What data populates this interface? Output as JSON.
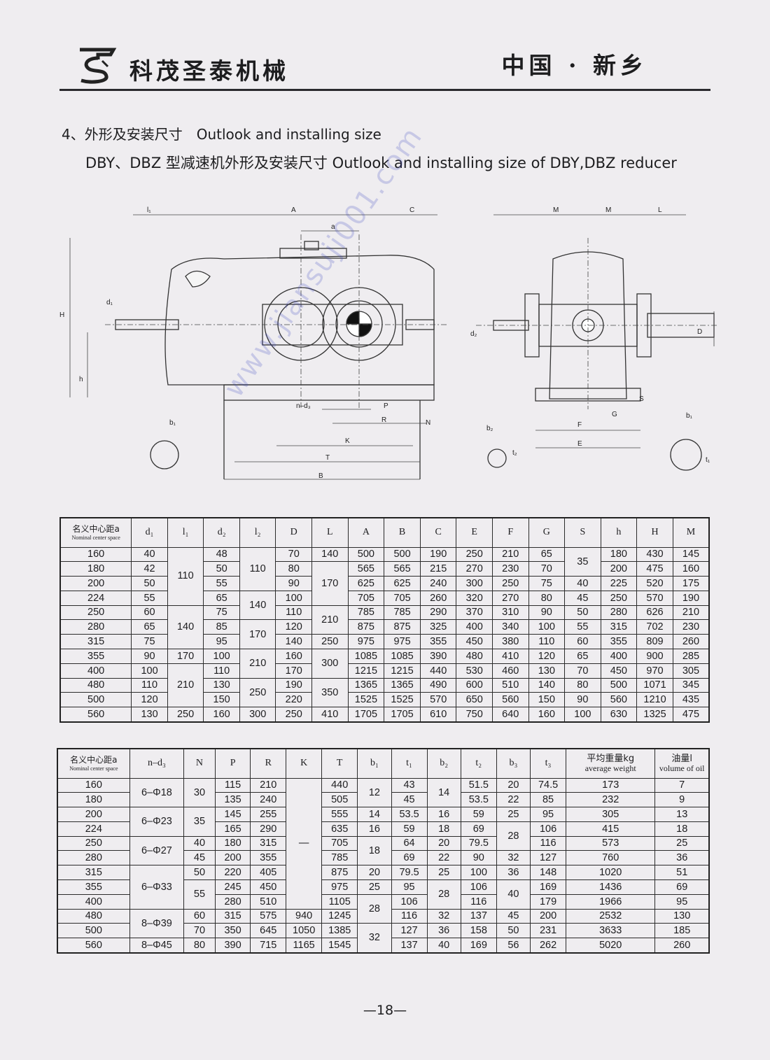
{
  "header": {
    "company": "科茂圣泰机械",
    "location": "中国 · 新乡"
  },
  "section": {
    "title": "4、外形及安装尺寸　Outlook and installing size",
    "subtitle": "DBY、DBZ 型减速机外形及安装尺寸 Outlook and installing size of DBY,DBZ reducer"
  },
  "drawing_labels": {
    "l1": "l₁",
    "A": "A",
    "C": "C",
    "a": "a",
    "H": "H",
    "d1": "d₁",
    "h": "h",
    "nd3": "n–d₃",
    "P": "P",
    "R": "R",
    "N": "N",
    "K": "K",
    "T": "T",
    "B": "B",
    "b1": "b₁",
    "M1": "M",
    "M2": "M",
    "L": "L",
    "D": "D",
    "d2": "d₂",
    "S": "S",
    "G": "G",
    "F": "F",
    "E": "E",
    "b2": "b₂",
    "t2": "t₂",
    "t1": "t₁"
  },
  "watermark": "www.jiansuji001.com",
  "table1": {
    "head_cn": "名义中心距a",
    "head_en": "Nominal center space",
    "headers": [
      "d₁",
      "l₁",
      "d₂",
      "l₂",
      "D",
      "L",
      "A",
      "B",
      "C",
      "E",
      "F",
      "G",
      "S",
      "h",
      "H",
      "M"
    ],
    "rows": [
      [
        "160",
        "40",
        "110",
        "48",
        "110",
        "70",
        "140",
        "500",
        "500",
        "190",
        "250",
        "210",
        "65",
        "35",
        "180",
        "430",
        "145"
      ],
      [
        "180",
        "42",
        "",
        "50",
        "",
        "80",
        "170",
        "565",
        "565",
        "215",
        "270",
        "230",
        "70",
        "",
        "200",
        "475",
        "160"
      ],
      [
        "200",
        "50",
        "",
        "55",
        "",
        "90",
        "",
        "625",
        "625",
        "240",
        "300",
        "250",
        "75",
        "40",
        "225",
        "520",
        "175"
      ],
      [
        "224",
        "55",
        "",
        "65",
        "140",
        "100",
        "",
        "705",
        "705",
        "260",
        "320",
        "270",
        "80",
        "45",
        "250",
        "570",
        "190"
      ],
      [
        "250",
        "60",
        "140",
        "75",
        "",
        "110",
        "210",
        "785",
        "785",
        "290",
        "370",
        "310",
        "90",
        "50",
        "280",
        "626",
        "210"
      ],
      [
        "280",
        "65",
        "",
        "85",
        "170",
        "120",
        "",
        "875",
        "875",
        "325",
        "400",
        "340",
        "100",
        "55",
        "315",
        "702",
        "230"
      ],
      [
        "315",
        "75",
        "",
        "95",
        "",
        "140",
        "250",
        "975",
        "975",
        "355",
        "450",
        "380",
        "110",
        "60",
        "355",
        "809",
        "260"
      ],
      [
        "355",
        "90",
        "170",
        "100",
        "210",
        "160",
        "300",
        "1085",
        "1085",
        "390",
        "480",
        "410",
        "120",
        "65",
        "400",
        "900",
        "285"
      ],
      [
        "400",
        "100",
        "210",
        "110",
        "",
        "170",
        "",
        "1215",
        "1215",
        "440",
        "530",
        "460",
        "130",
        "70",
        "450",
        "970",
        "305"
      ],
      [
        "480",
        "110",
        "",
        "130",
        "250",
        "190",
        "350",
        "1365",
        "1365",
        "490",
        "600",
        "510",
        "140",
        "80",
        "500",
        "1071",
        "345"
      ],
      [
        "500",
        "120",
        "",
        "150",
        "",
        "220",
        "",
        "1525",
        "1525",
        "570",
        "650",
        "560",
        "150",
        "90",
        "560",
        "1210",
        "435"
      ],
      [
        "560",
        "130",
        "250",
        "160",
        "300",
        "250",
        "410",
        "1705",
        "1705",
        "610",
        "750",
        "640",
        "160",
        "100",
        "630",
        "1325",
        "475"
      ]
    ]
  },
  "table2": {
    "head_cn": "名义中心距a",
    "head_en": "Nominal center space",
    "headers": [
      "n–d₃",
      "N",
      "P",
      "R",
      "K",
      "T",
      "b₁",
      "t₁",
      "b₂",
      "t₂",
      "b₃",
      "t₃"
    ],
    "weight_cn": "平均重量kg",
    "weight_en": "average weight",
    "oil_cn": "油量l",
    "oil_en": "volume of oil",
    "rows": [
      [
        "160",
        "6–Φ18",
        "30",
        "115",
        "210",
        "—",
        "440",
        "12",
        "43",
        "14",
        "51.5",
        "20",
        "74.5",
        "173",
        "7"
      ],
      [
        "180",
        "",
        "",
        "135",
        "240",
        "",
        "505",
        "",
        "45",
        "",
        "53.5",
        "22",
        "85",
        "232",
        "9"
      ],
      [
        "200",
        "6–Φ23",
        "35",
        "145",
        "255",
        "",
        "555",
        "14",
        "53.5",
        "16",
        "59",
        "25",
        "95",
        "305",
        "13"
      ],
      [
        "224",
        "",
        "",
        "165",
        "290",
        "",
        "635",
        "16",
        "59",
        "18",
        "69",
        "28",
        "106",
        "415",
        "18"
      ],
      [
        "250",
        "6–Φ27",
        "40",
        "180",
        "315",
        "",
        "705",
        "18",
        "64",
        "20",
        "79.5",
        "",
        "116",
        "573",
        "25"
      ],
      [
        "280",
        "",
        "45",
        "200",
        "355",
        "",
        "785",
        "",
        "69",
        "22",
        "90",
        "32",
        "127",
        "760",
        "36"
      ],
      [
        "315",
        "6–Φ33",
        "50",
        "220",
        "405",
        "",
        "875",
        "20",
        "79.5",
        "25",
        "100",
        "36",
        "148",
        "1020",
        "51"
      ],
      [
        "355",
        "",
        "55",
        "245",
        "450",
        "",
        "975",
        "25",
        "95",
        "28",
        "106",
        "40",
        "169",
        "1436",
        "69"
      ],
      [
        "400",
        "",
        "",
        "280",
        "510",
        "",
        "1105",
        "28",
        "106",
        "",
        "116",
        "",
        "179",
        "1966",
        "95"
      ],
      [
        "480",
        "8–Φ39",
        "60",
        "315",
        "575",
        "940",
        "1245",
        "",
        "116",
        "32",
        "137",
        "45",
        "200",
        "2532",
        "130"
      ],
      [
        "500",
        "",
        "70",
        "350",
        "645",
        "1050",
        "1385",
        "32",
        "127",
        "36",
        "158",
        "50",
        "231",
        "3633",
        "185"
      ],
      [
        "560",
        "8–Φ45",
        "80",
        "390",
        "715",
        "1165",
        "1545",
        "",
        "137",
        "40",
        "169",
        "56",
        "262",
        "5020",
        "260"
      ]
    ]
  },
  "page_number": "—18—"
}
